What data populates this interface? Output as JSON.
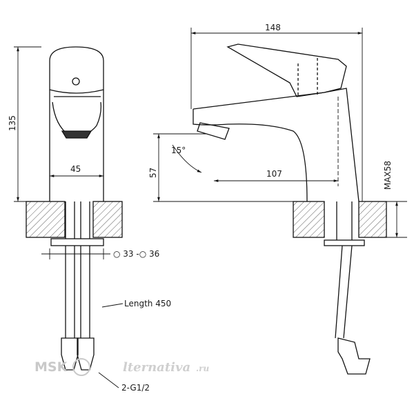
{
  "dimensions": {
    "width_total": "148",
    "height_total": "135",
    "base_width": "45",
    "spout_height": "57",
    "spout_reach": "107",
    "spout_angle": "15°",
    "max_thickness": "MAX58",
    "hole_diameter": "○ 33 -○ 36",
    "hose_length": "Length 450",
    "connection": "2-G1/2"
  },
  "watermark": {
    "brand_left": "MSK",
    "brand_right": "lternativa",
    "brand_suffix": ".ru"
  }
}
